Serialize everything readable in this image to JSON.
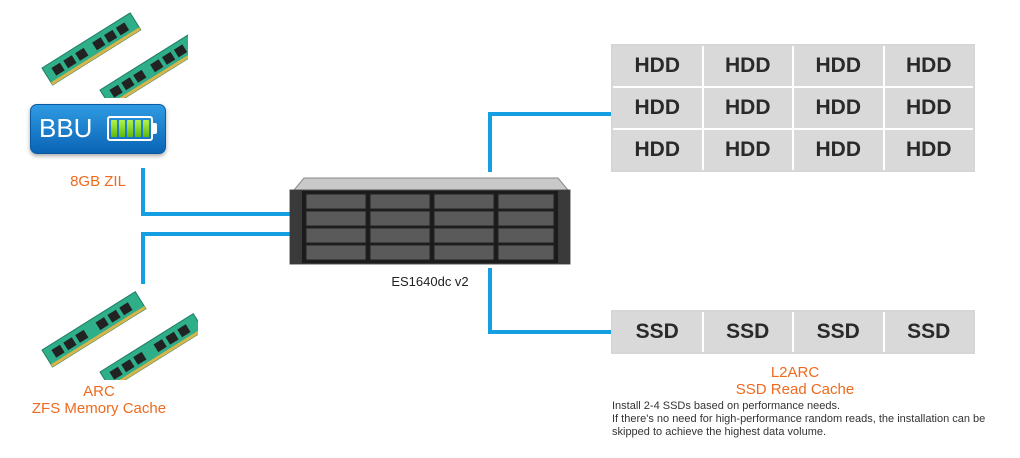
{
  "hdd_label": "HDD",
  "ssd_label": "SSD",
  "hdd_grid": {
    "rows": 3,
    "cols": 4
  },
  "ssd_grid": {
    "count": 4
  },
  "bbu": {
    "label": "BBU"
  },
  "zil_label": "8GB ZIL",
  "arc": {
    "line1": "ARC",
    "line2": "ZFS Memory Cache"
  },
  "device_label": "ES1640dc v2",
  "l2arc": {
    "line1": "L2ARC",
    "line2": "SSD Read Cache"
  },
  "note": {
    "line1": "Install 2-4 SSDs based on performance needs.",
    "line2": "If there's no need for high-performance random reads, the installation can be",
    "line3": "skipped to achieve the highest data volume."
  },
  "colors": {
    "connector": "#159ee0",
    "label_orange": "#ee6a1e",
    "drive_cell": "#d9d9d9",
    "ram_green": "#2fae8a"
  },
  "icons": {
    "ram": "ram-module-icon",
    "battery": "battery-icon",
    "server": "nas-enclosure-icon"
  }
}
